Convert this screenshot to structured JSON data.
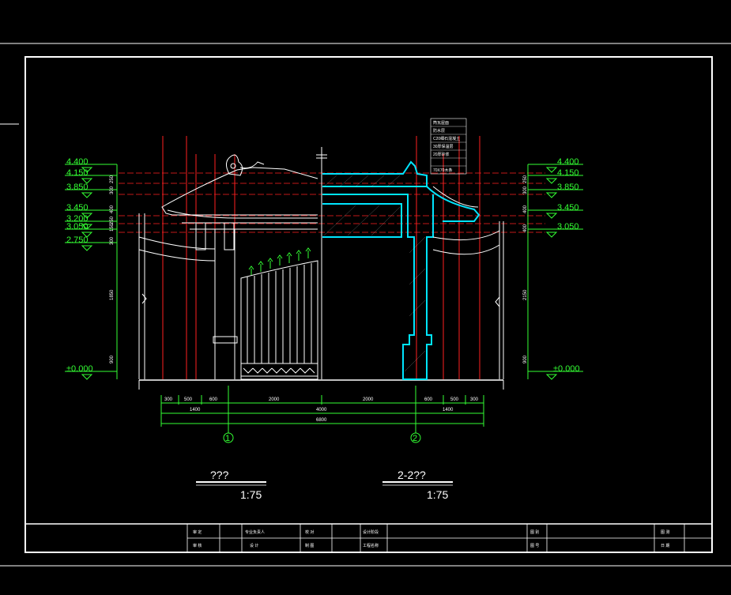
{
  "elevation_levels_left": [
    "4.400",
    "4.150",
    "3.850",
    "3.450",
    "3.200",
    "3.050",
    "2.750",
    "±0.000"
  ],
  "elevation_levels_right": [
    "4.400",
    "4.150",
    "3.850",
    "3.450",
    "3.050",
    "±0.000"
  ],
  "vertical_dims_left": [
    "250",
    "300",
    "400",
    "250",
    "150",
    "300",
    "1850",
    "900"
  ],
  "vertical_dims_right": [
    "250",
    "300",
    "400",
    "400",
    "2150",
    "900"
  ],
  "dims_row1": [
    "300",
    "500",
    "600",
    "2000",
    "2000",
    "600",
    "500",
    "300"
  ],
  "dims_row2": [
    "1400",
    "4000",
    "1400"
  ],
  "dims_row3": [
    "6800"
  ],
  "axis_labels": [
    "1",
    "2"
  ],
  "titles": {
    "left_title": "???",
    "left_scale": "1:75",
    "right_title": "2-2??",
    "right_scale": "1:75"
  },
  "material_notes": [
    "筒瓦屋面",
    "防水层",
    "C20细石混凝土",
    "30厚保温层",
    "20厚砂浆",
    "70X70木条"
  ],
  "title_block": {
    "r1": [
      "审 定",
      "专业负责人",
      "校 对",
      "设计阶段",
      "图 别",
      "图 测"
    ],
    "r2": [
      "审 核",
      "设 计",
      "制 图",
      "工程名称",
      "图 号",
      "日 期"
    ]
  }
}
